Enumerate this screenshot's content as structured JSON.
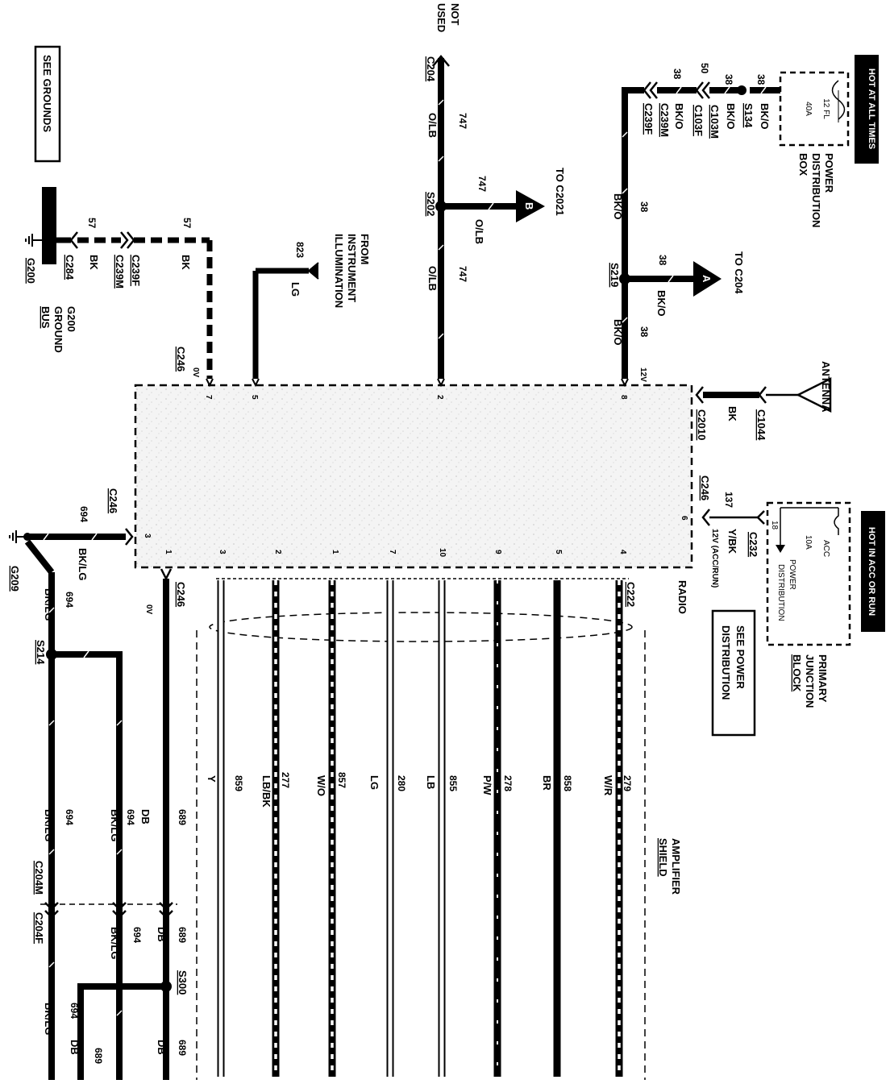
{
  "diagram": {
    "header_hot_at_all_times": "HOT AT ALL TIMES",
    "header_hot_acc_run": "HOT IN ACC OR RUN",
    "see_grounds": "SEE GROUNDS",
    "see_power_distribution": [
      "SEE POWER",
      "DISTRIBUTION"
    ],
    "radio_label": "RADIO",
    "not_used": [
      "NOT",
      "USED"
    ],
    "to_c2021": "TO C2021",
    "to_c204": "TO C204",
    "from_instrument": [
      "FROM",
      "INSTRUMENT",
      "ILLUMINATION"
    ],
    "pdb": {
      "title": [
        "POWER",
        "DISTRIBUTION",
        "BOX"
      ],
      "fuse_id": "12 FL",
      "fuse_rating": "40A"
    },
    "pjb": {
      "title": [
        "PRIMARY",
        "JUNCTION",
        "BLOCK"
      ],
      "fuse_id": "18",
      "fuse_rating": "10A",
      "fuse_label": "ACC",
      "feed": [
        "POWER",
        "DISTRIBUTION"
      ]
    },
    "antenna": "ANTENNA",
    "amplifier_shield": [
      "AMPLIFIER",
      "SHIELD"
    ],
    "ground_g200": "G200",
    "ground_bus": [
      "G200",
      "GROUND",
      "BUS"
    ],
    "ground_g209": "G209",
    "connectors": {
      "c204": "C204",
      "s202": "S202",
      "c2021_circuit": "747",
      "s134": "S134",
      "c103m": "C103M",
      "c103f": "C103F",
      "c239m": "C239M",
      "c239f": "C239F",
      "s219": "S219",
      "c1044": "C1044",
      "c2010": "C2010",
      "c246": "C246",
      "c232": "C232",
      "c222": "C222",
      "c284": "C284",
      "s214": "S214",
      "c204m": "C204M",
      "c204f": "C204F",
      "s300": "S300"
    },
    "circuit_labels": {
      "c747": "747",
      "olb": "O/LB",
      "c38": "38",
      "c50": "50",
      "bko": "BK/O",
      "c57": "57",
      "bk": "BK",
      "c823": "823",
      "lg": "LG",
      "c137": "137",
      "ybk": "Y/BK",
      "v12_accrun": "12V (ACC/RUN)",
      "v12": "12V",
      "v0": "0V",
      "c694": "694",
      "bklg": "BK/LG",
      "c689": "689",
      "db": "DB"
    },
    "pins": [
      "7",
      "5",
      "2",
      "8",
      "6",
      "4",
      "5",
      "9",
      "10",
      "7",
      "1",
      "2",
      "3",
      "1",
      "3"
    ],
    "harness_wires": [
      {
        "circuit": "279",
        "color": "W/R"
      },
      {
        "circuit": "858",
        "color": "BR"
      },
      {
        "circuit": "278",
        "color": "P/W"
      },
      {
        "circuit": "855",
        "color": "LB"
      },
      {
        "circuit": "280",
        "color": "LG"
      },
      {
        "circuit": "857",
        "color": "W/O"
      },
      {
        "circuit": "277",
        "color": "LB/BK"
      },
      {
        "circuit": "859",
        "color": "Y"
      }
    ]
  }
}
